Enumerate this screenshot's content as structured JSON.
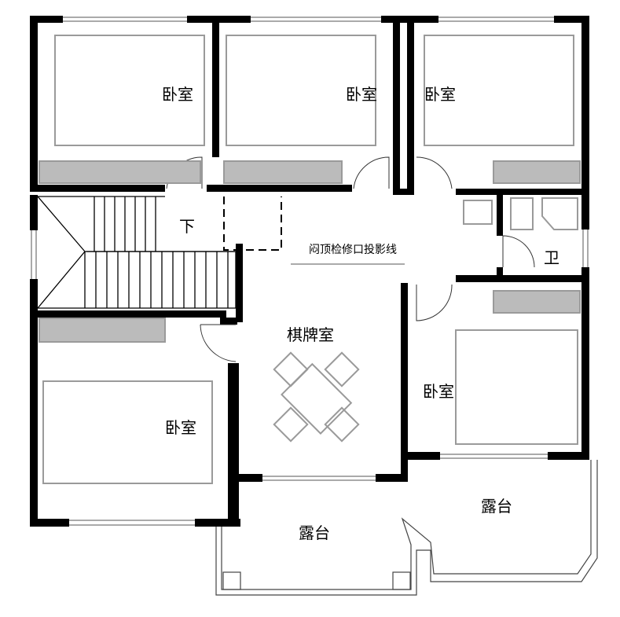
{
  "labels": {
    "bedroom_top_left": "卧室",
    "bedroom_top_mid": "卧室",
    "bedroom_top_right": "卧室",
    "bedroom_lower_left": "卧室",
    "bedroom_lower_right": "卧室",
    "stair_down": "下",
    "attic_hatch": "闷顶检修口投影线",
    "bathroom": "卫",
    "chess_room": "棋牌室",
    "terrace_left": "露台",
    "terrace_right": "露台"
  },
  "colors": {
    "wall": "#000000",
    "furniture": "#9a9a9a",
    "thin": "#555555"
  }
}
